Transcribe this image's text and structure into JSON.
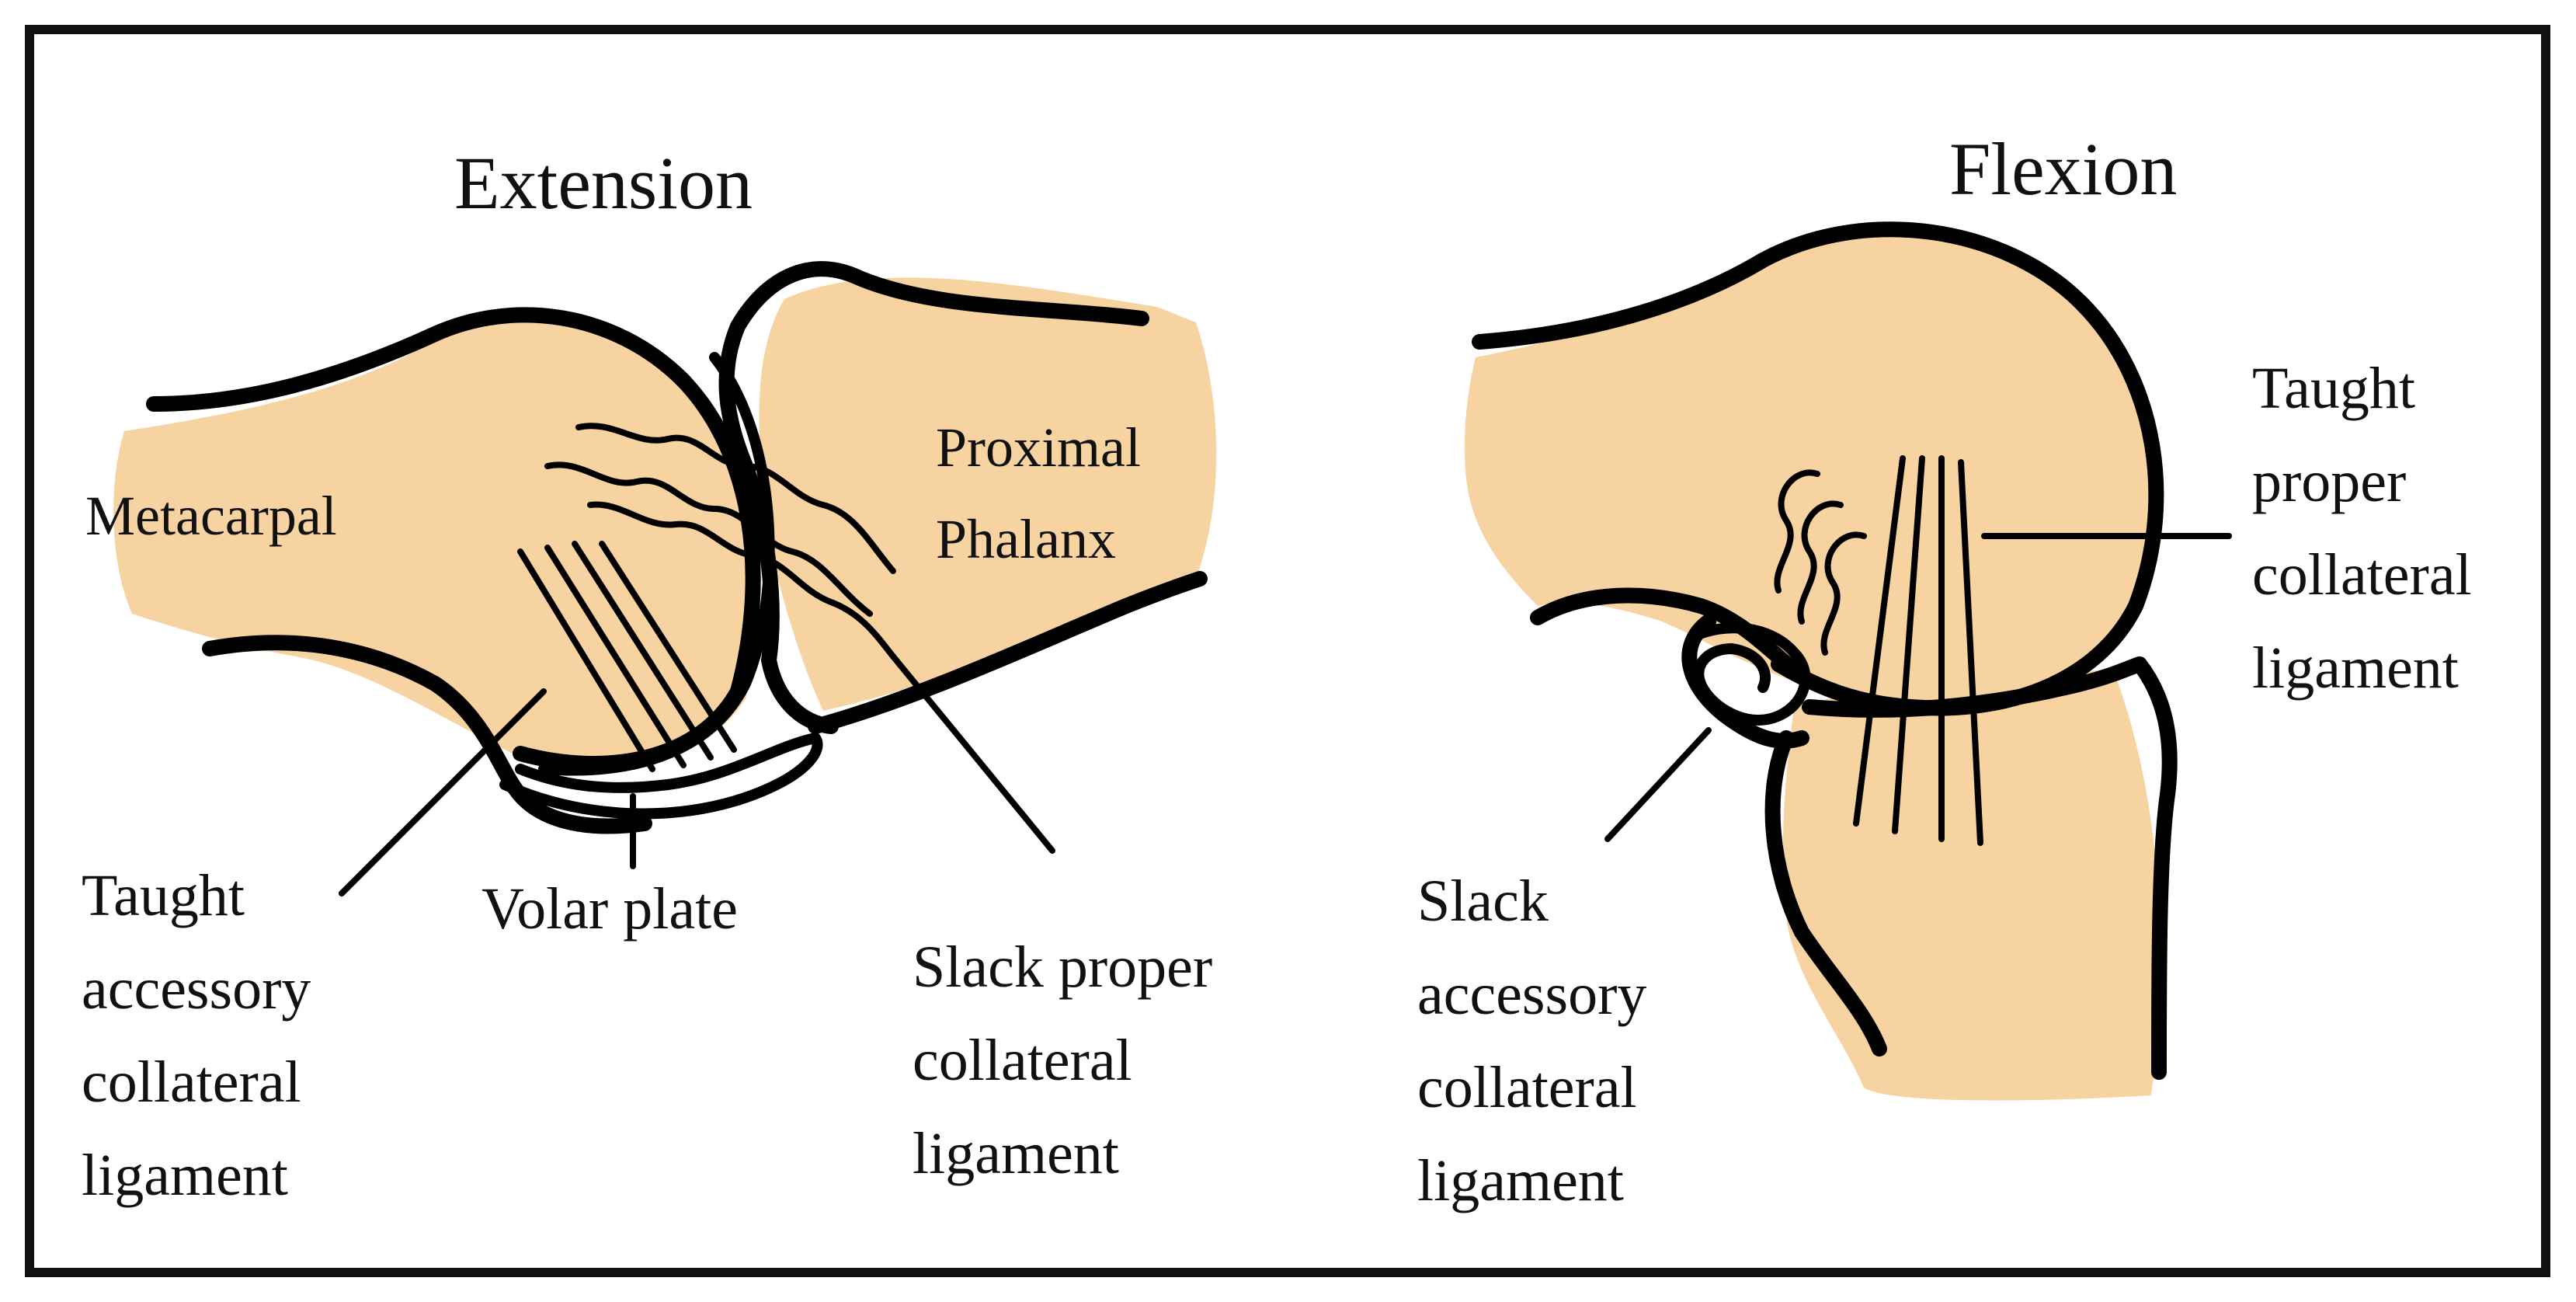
{
  "colors": {
    "bone": "#f8d3a2",
    "outline": "#000000",
    "frame": "#111111"
  },
  "extension": {
    "title": "Extension",
    "metacarpal": "Metacarpal",
    "proximal_phalanx": [
      "Proximal",
      "Phalanx"
    ],
    "taught_accessory": [
      "Taught",
      "accessory",
      "collateral",
      "ligament"
    ],
    "volar_plate": "Volar plate",
    "slack_proper": [
      "Slack proper",
      "collateral",
      "ligament"
    ]
  },
  "flexion": {
    "title": "Flexion",
    "taught_proper": [
      "Taught",
      "proper",
      "collateral",
      "ligament"
    ],
    "slack_accessory": [
      "Slack",
      "accessory",
      "collateral",
      "ligament"
    ]
  }
}
